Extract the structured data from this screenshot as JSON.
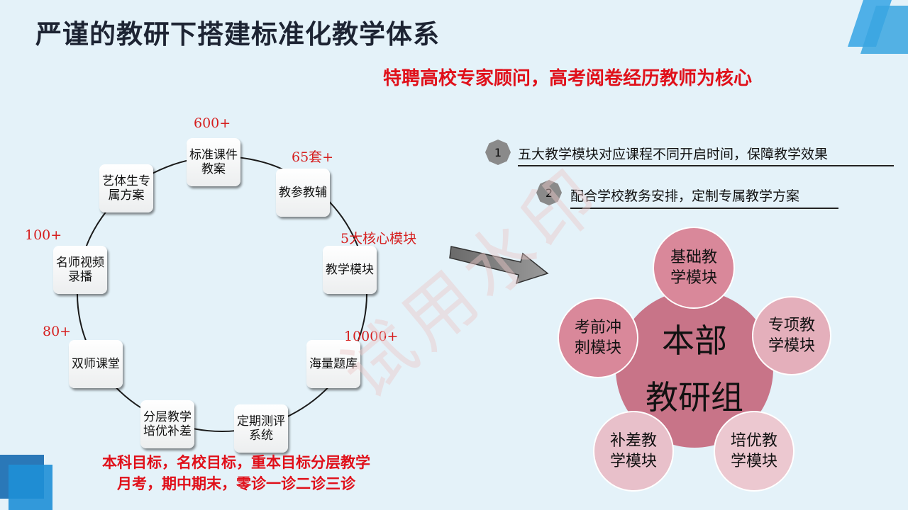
{
  "header": {
    "title": "严谨的教研下搭建标准化教学体系",
    "subtitle": "特聘高校专家顾问，高考阅卷经历教师为核心"
  },
  "cycle": {
    "nodes": [
      {
        "label": "标准课件教案"
      },
      {
        "label": "教参教辅"
      },
      {
        "label": "教学模块"
      },
      {
        "label": "海量题库"
      },
      {
        "label": "定期测评系统"
      },
      {
        "label": "分层教学培优补差"
      },
      {
        "label": "双师课堂"
      },
      {
        "label": "名师视频录播"
      },
      {
        "label": "艺体生专属方案"
      }
    ],
    "counts": {
      "c600": "600+",
      "c65": "65套+",
      "c5": "5大核心模块",
      "c10000": "10000+",
      "c80": "80+",
      "c100": "100+"
    }
  },
  "bottom_text": {
    "line1": "本科目标，名校目标，重本目标分层教学",
    "line2": "月考，期中期末，零诊一诊二诊三诊"
  },
  "steps": [
    {
      "number": "1",
      "text": "五大教学模块对应课程不同开启时间，保障教学效果"
    },
    {
      "number": "2",
      "text": "配合学校教务安排，定制专属教学方案"
    }
  ],
  "diagram": {
    "center_line1": "本部",
    "center_line2": "教研组",
    "petals": [
      {
        "line1": "基础教",
        "line2": "学模块"
      },
      {
        "line1": "专项教",
        "line2": "学模块"
      },
      {
        "line1": "培优教",
        "line2": "学模块"
      },
      {
        "line1": "补差教",
        "line2": "学模块"
      },
      {
        "line1": "考前冲",
        "line2": "刺模块"
      }
    ]
  },
  "watermark": "试用水印",
  "colors": {
    "accent_red": "#e0101a",
    "background": "#e4f2f9",
    "deco_blue": "#1e8fd6"
  }
}
